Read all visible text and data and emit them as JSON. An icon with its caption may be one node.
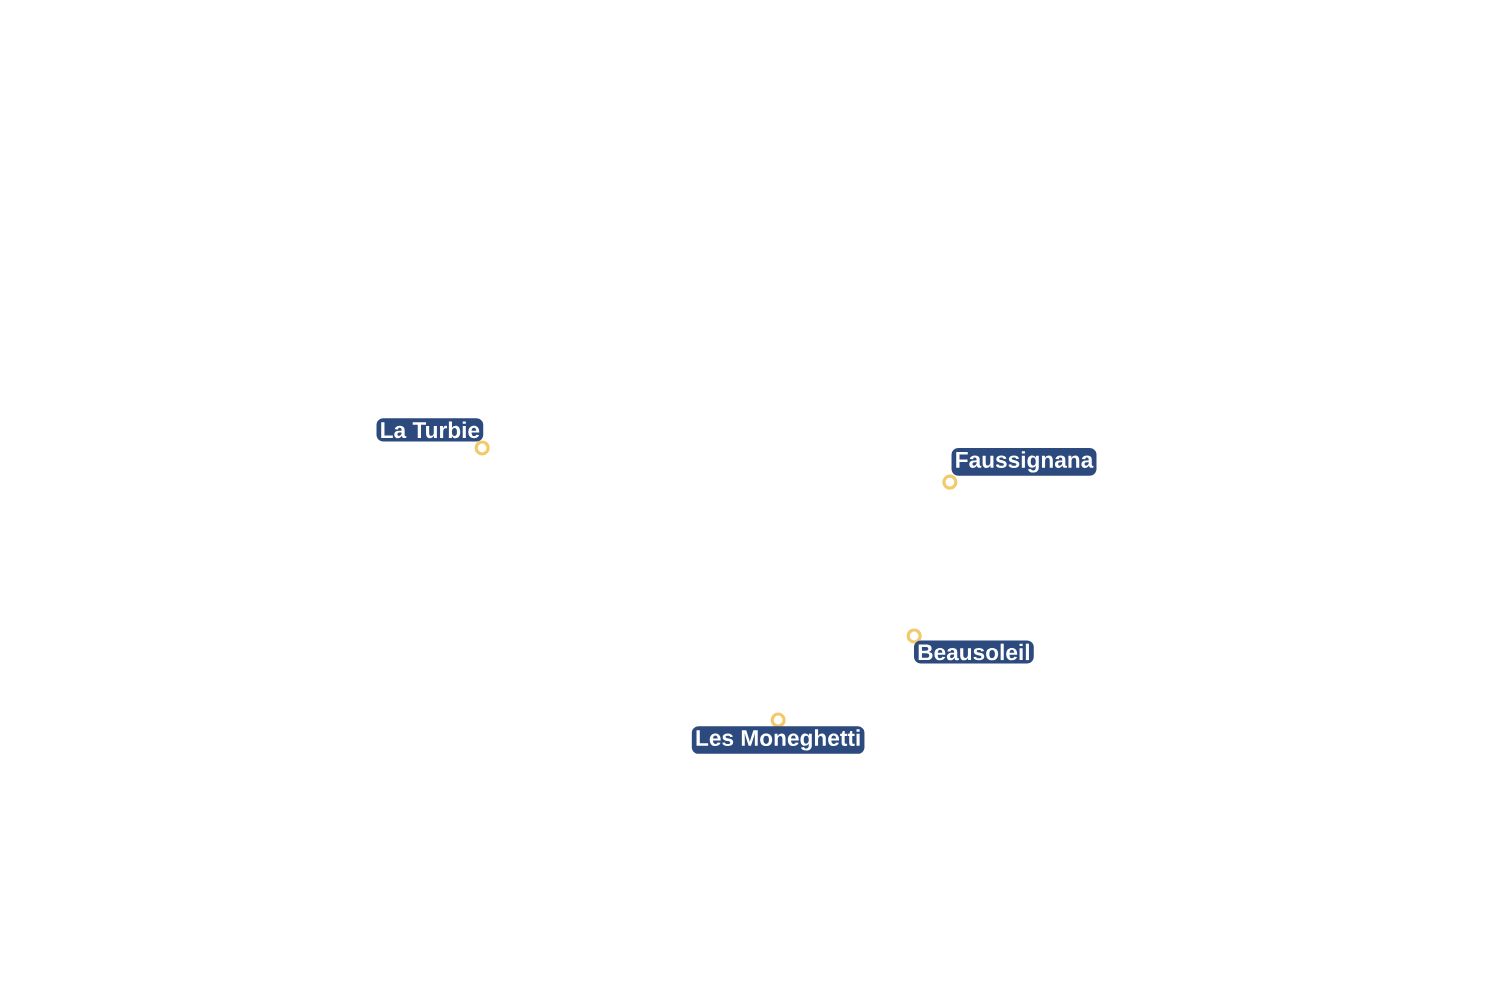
{
  "diagram": {
    "nodes": [
      {
        "text": [],
        "shape": "circle",
        "beside": [
          "La Turbie"
        ]
      },
      {
        "text": [],
        "shape": "circle",
        "beside": [
          "Faussignana"
        ]
      },
      {
        "text": [],
        "shape": "circle",
        "beside": [
          "Beausoleil"
        ]
      },
      {
        "text": [],
        "shape": "circle",
        "beside": [
          "Les Moneghetti"
        ]
      }
    ]
  }
}
